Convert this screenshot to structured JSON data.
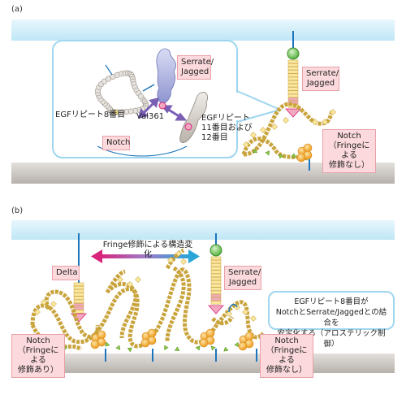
{
  "panel_a": {
    "label": "(a)",
    "inset": {
      "serrate_tag": "Serrate/\nJagged",
      "egf8_label": "EGFリピート8番目",
      "val_label": "Val361",
      "egf1112_label": "EGFリピート\n11番目および\n12番目",
      "notch_tag": "Notch"
    },
    "serrate_tag": "Serrate/\nJagged",
    "notch_tag": "Notch\n（Fringeによる\n修飾なし）"
  },
  "panel_b": {
    "label": "(b)",
    "arrow_label": "Fringe修飾による構造変化",
    "delta_tag": "Delta",
    "serrate_tag": "Serrate/\nJagged",
    "callout": "EGFリピート8番目が\nNotchとSerrate/Jaggedとの結合を\n安定化する（アロステリック制御）",
    "notch_left_tag": "Notch\n（Fringeによる\n修飾あり）",
    "notch_right_tag": "Notch\n（Fringeによる\n修飾なし）"
  },
  "colors": {
    "membrane_top": "#d4effa",
    "membrane_bottom": "#cfcac6",
    "egf_repeat": "#fbe7a0",
    "egf_outline": "#c9a43c",
    "pink_repeat": "#f2a9c0",
    "ligand_head": "#8fd08a",
    "arrow_magenta": "#d8247a",
    "arrow_blue": "#2aa5d8",
    "stem": "#1c75bc",
    "tag_fill": "#fbd9dc",
    "callout_border": "#9fd6ee",
    "orange_ball": "#f5b53c",
    "triangle_green": "#8cc63f"
  }
}
